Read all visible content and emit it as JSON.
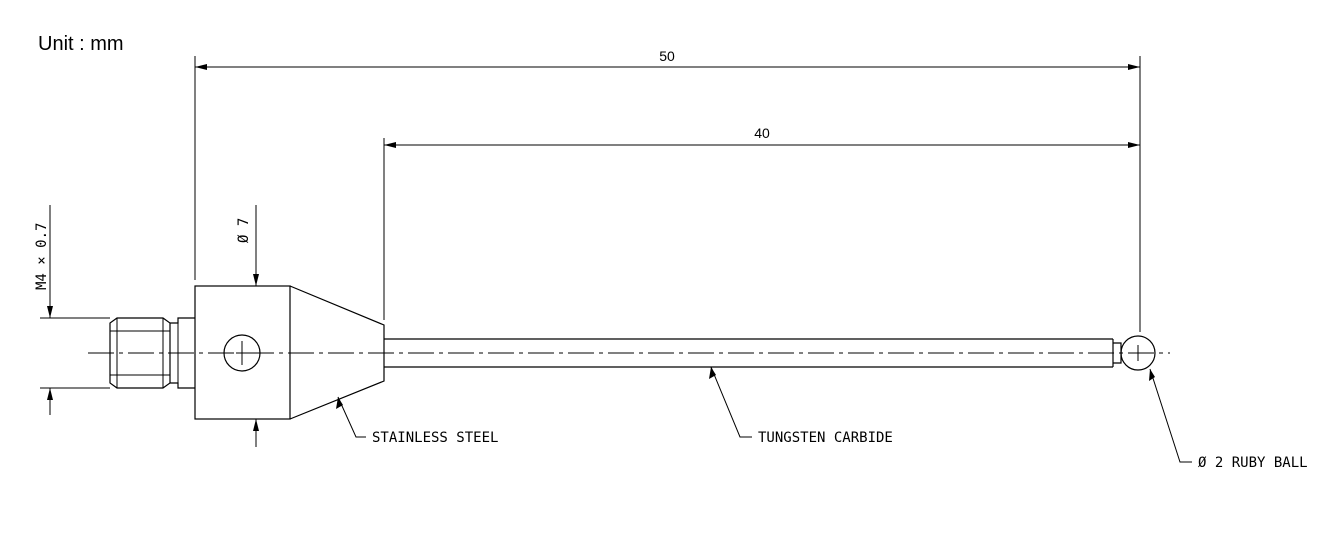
{
  "unit_label": "Unit : mm",
  "dimensions": {
    "overall_length": "50",
    "stem_length": "40",
    "thread": "M4 × 0.7",
    "body_diameter": "Ø 7"
  },
  "callouts": {
    "body_material": "STAINLESS STEEL",
    "stem_material": "TUNGSTEN CARBIDE",
    "tip": "Ø 2 RUBY BALL"
  }
}
